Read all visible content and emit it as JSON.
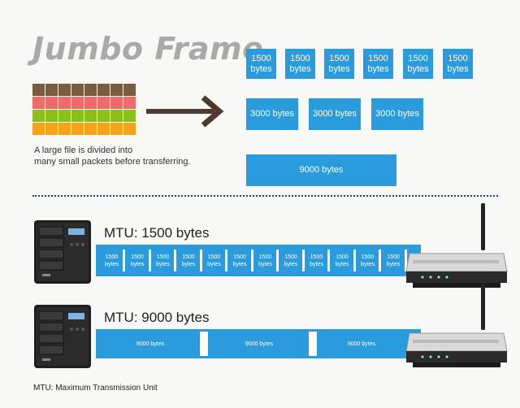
{
  "title": "Jumbo Frame",
  "caption_line1": "A large file is divided into",
  "caption_line2": "many small packets before transferring.",
  "grid_colors": [
    "#7a5c3e",
    "#ec6b6b",
    "#8cbe1e",
    "#f5a31a"
  ],
  "packets_1500": [
    "1500 bytes",
    "1500 bytes",
    "1500 bytes",
    "1500 bytes",
    "1500 bytes",
    "1500 bytes"
  ],
  "packets_3000": [
    "3000 bytes",
    "3000 bytes",
    "3000 bytes"
  ],
  "packet_9000": "9000 bytes",
  "mtu1_label": "MTU: 1500 bytes",
  "mtu2_label": "MTU: 9000 bytes",
  "stream1_segments": [
    "1500 bytes",
    "1500 bytes",
    "1500 bytes",
    "1500 bytes",
    "1500 bytes",
    "1500 bytes",
    "1500 bytes",
    "1500 bytes",
    "1500 bytes",
    "1500 bytes",
    "1500 bytes",
    "1500 bytes"
  ],
  "stream2_segments": [
    "9000 bytes",
    "9000 bytes",
    "9000 bytes"
  ],
  "footnote": "MTU: Maximum Transmission Unit",
  "colors": {
    "packet_blue": "#2a9bdc",
    "arrow": "#4b3a2d",
    "divider": "#1d3e8a",
    "title": "#a9a9a9"
  }
}
